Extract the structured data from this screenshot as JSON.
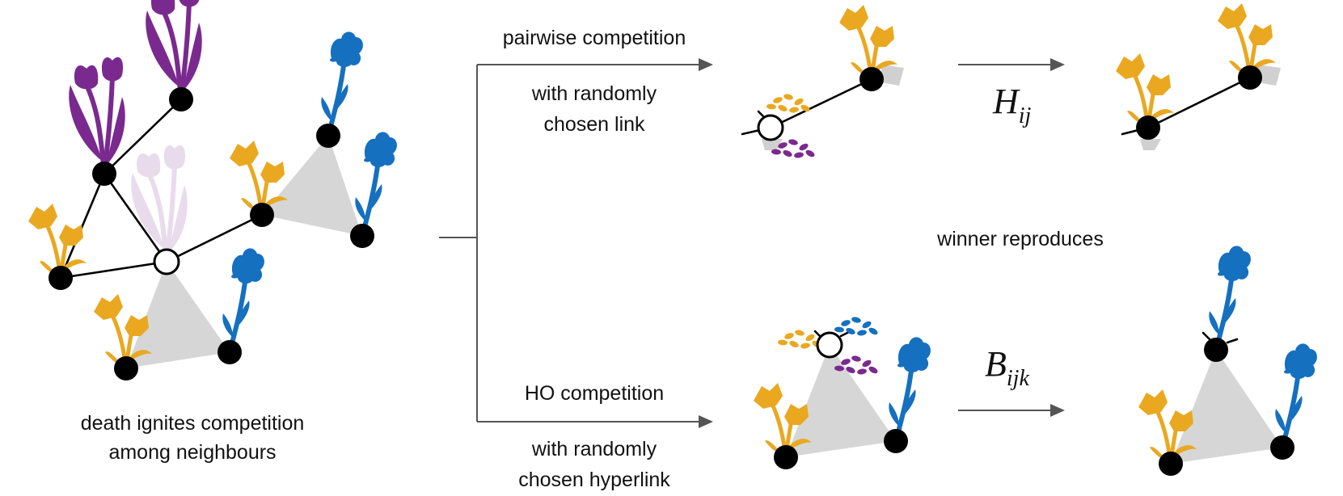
{
  "labels": {
    "death_line1": "death ignites competition",
    "death_line2": "among neighbours",
    "pairwise_title": "pairwise competition",
    "pairwise_line1": "with randomly",
    "pairwise_line2": "chosen link",
    "ho_title": "HO competition",
    "ho_line1": "with randomly",
    "ho_line2": "chosen hyperlink",
    "winner": "winner reproduces"
  },
  "math": {
    "h_main": "H",
    "h_sub": "ij",
    "b_main": "B",
    "b_sub": "ijk"
  },
  "colors": {
    "purple_plant": "#7a2a8f",
    "faded_plant": "#e8dcec",
    "yellow_plant": "#e9a820",
    "blue_plant": "#1570c0",
    "triangle": "#d6d6d6",
    "arrow": "#555555",
    "node": "#000000"
  },
  "icons": [
    "tulip-icon",
    "daffodil-icon",
    "blue-flower-icon",
    "seed-cluster-icon"
  ]
}
